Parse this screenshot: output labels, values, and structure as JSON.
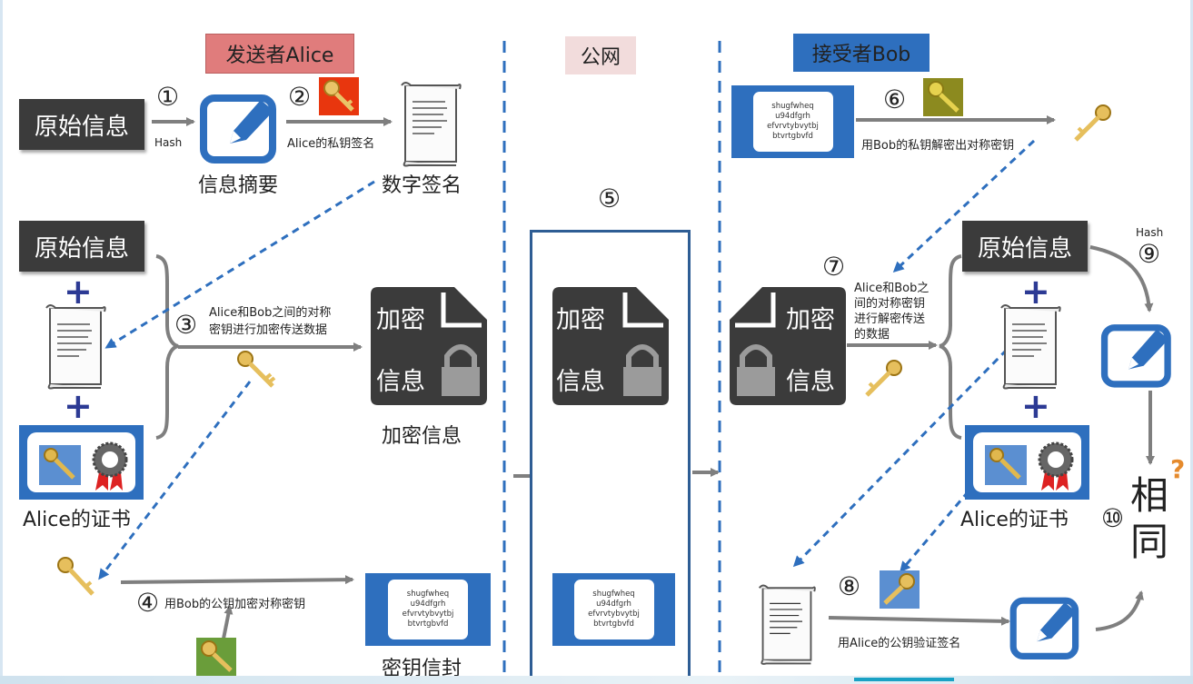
{
  "colors": {
    "accent_blue": "#2e6fbe",
    "dark_box": "#3b3b3b",
    "sender_tag": "#e07c7c",
    "public_tag": "#f2dcdc",
    "receiver_tag": "#2e6fbe",
    "arrow_gray": "#7f7f7f",
    "dash_blue": "#2e6fbe",
    "plus_color": "#2c3a94"
  },
  "tags": {
    "sender": "发送者Alice",
    "public": "公网",
    "receiver": "接受者Bob"
  },
  "boxes": {
    "original_info": "原始信息",
    "encrypted_line1": "加密",
    "encrypted_line2": "信息"
  },
  "cipher_lines": [
    "shugfwheq",
    "u94dfgrh",
    "efvrvtybvytbj",
    "btvrtgbvfd"
  ],
  "sender": {
    "step1": "①",
    "hash": "Hash",
    "digest_label": "信息摘要",
    "step2": "②",
    "sign_with_private": "Alice的私钥签名",
    "digital_sig": "数字签名",
    "step3": "③",
    "symmetric_desc_1": "Alice和Bob之间的对称",
    "symmetric_desc_2": "密钥进行加密传送数据",
    "encrypted_label": "加密信息",
    "cert_label": "Alice的证书",
    "step4": "④",
    "encrypt_with_bob_pub": "用Bob的公钥加密对称密钥",
    "envelope_label": "密钥信封",
    "plus": "+"
  },
  "network": {
    "step5": "⑤"
  },
  "receiver": {
    "step6": "⑥",
    "decrypt_with_bob_priv": "用Bob的私钥解密出对称密钥",
    "step7": "⑦",
    "decrypt_desc_1": "Alice和Bob之",
    "decrypt_desc_2": "间的对称密钥",
    "decrypt_desc_3": "进行解密传送",
    "decrypt_desc_4": "的数据",
    "hash": "Hash",
    "step9": "⑨",
    "cert_label": "Alice的证书",
    "step8": "⑧",
    "verify_with_alice_pub": "用Alice的公钥验证签名",
    "step10": "⑩",
    "same_1": "相",
    "same_2": "同",
    "question": "?",
    "plus": "+"
  }
}
